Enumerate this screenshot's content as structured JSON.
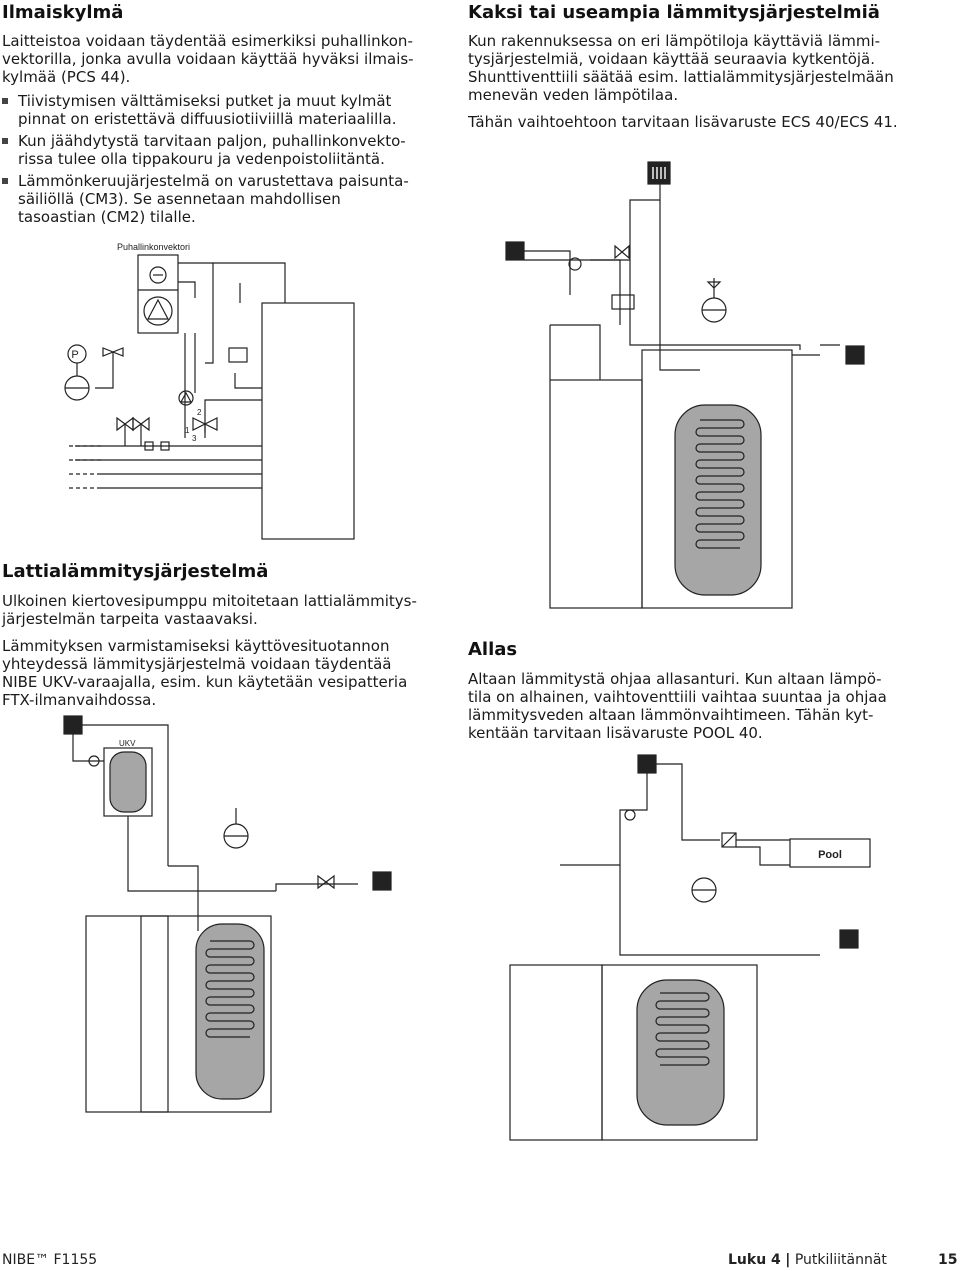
{
  "left_top": {
    "title": "Ilmaiskylmä",
    "intro": "Laitteistoa voidaan täydentää esimerkiksi puhallinkon­vektorilla, jonka avulla voidaan käyttää hyväksi ilmais­kylmää (PCS 44).",
    "bullets": [
      "Tiivistymisen välttämiseksi putket ja muut kylmät pinnat on eristettävä diffuusiotiiviillä materiaalilla.",
      "Kun jäähdytystä tarvitaan paljon, puhallinkonvekto­rissa tulee olla tippakouru ja vedenpoistoliitäntä.",
      "Lämmönkeruujärjestelmä on varustettava paisunta­säiliöllä (CM3). Se asennetaan mahdollisen tasoastian (CM2) tilalle."
    ],
    "diagram_label": "Puhallinkonvektori",
    "valve_numbers": [
      "2",
      "1",
      "3"
    ],
    "p_label": "P"
  },
  "right_top": {
    "title": "Kaksi tai useampia lämmitysjärjestelmiä",
    "para1": "Kun rakennuksessa on eri lämpötiloja käyttäviä lämmi­tysjärjestelmiä, voidaan käyttää seuraavia kytkentöjä. Shunttiventtiili säätää esim. lattialämmitysjärjestelmään menevän veden lämpötilaa.",
    "para2": "Tähän vaihtoehtoon tarvitaan lisävaruste ECS 40/ECS 41."
  },
  "left_bottom": {
    "title": "Lattialämmitysjärjestelmä",
    "para1": "Ulkoinen kiertovesipumppu mitoitetaan lattialämmitys­järjestelmän tarpeita vastaavaksi.",
    "para2": "Lämmityksen varmistamiseksi käyttövesituotannon yhteydessä lämmitysjärjestelmä voidaan täydentää NIBE UKV-varaajalla, esim. kun käytetään vesipatteria FTX-ilmanvaihdossa.",
    "diagram_label": "UKV"
  },
  "right_bottom": {
    "title": "Allas",
    "para1": "Altaan lämmitystä ohjaa allasanturi. Kun altaan lämpö­tila on alhainen, vaihtoventtiili vaihtaa suuntaa ja ohjaa lämmitysveden altaan lämmönvaihtimeen. Tähän kyt­kentään tarvitaan lisävaruste POOL 40.",
    "diagram_label": "Pool"
  },
  "footer": {
    "brand": "NIBE™ F1155",
    "chapter": "Luku 4",
    "separator": "|",
    "chapter_name": "Putkiliitännät",
    "page_number": "15"
  },
  "colors": {
    "text": "#1a1a1a",
    "line": "#222222",
    "tank_fill": "#a6a6a6",
    "page_bg": "#ffffff"
  }
}
